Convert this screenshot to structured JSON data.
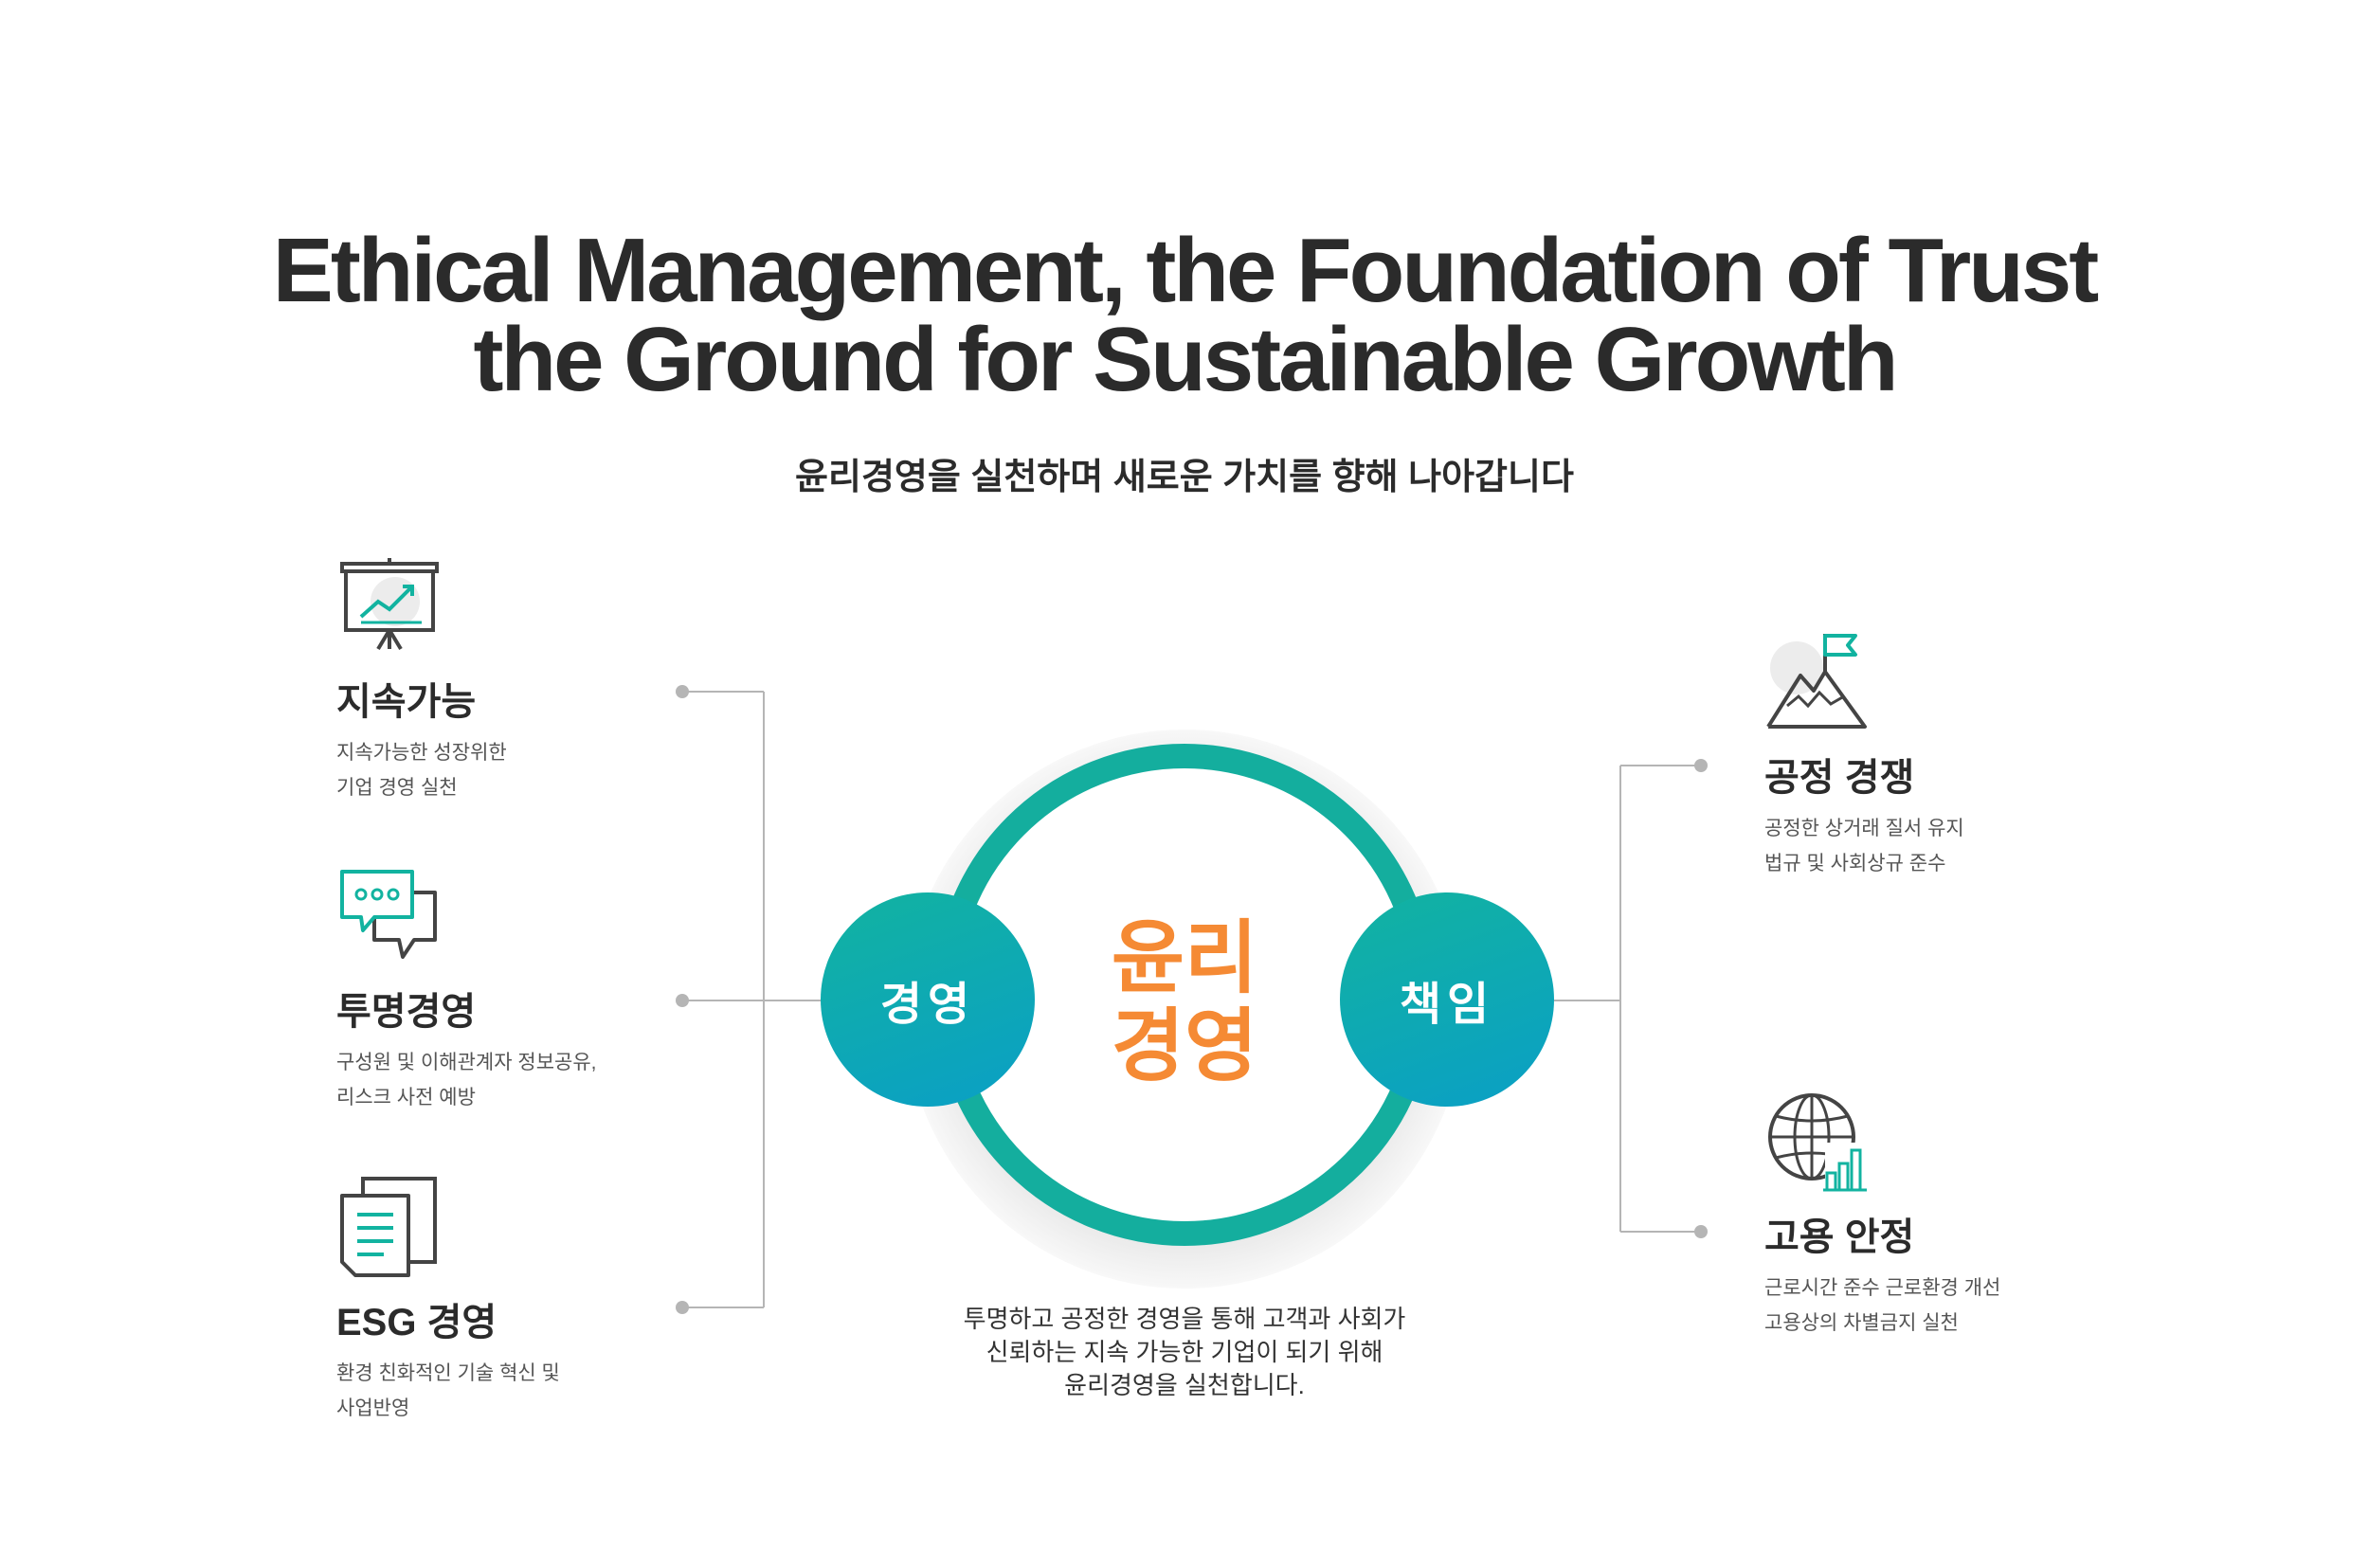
{
  "header": {
    "title_line1": "Ethical Management, the Foundation of Trust",
    "title_line2": "the Ground for Sustainable Growth",
    "subtitle": "윤리경영을 실천하며 새로운 가치를 향해 나아갑니다"
  },
  "left_items": [
    {
      "icon": "presentation-chart-icon",
      "title": "지속가능",
      "desc1": "지속가능한 성장위한",
      "desc2": "기업 경영 실천"
    },
    {
      "icon": "chat-bubbles-icon",
      "title": "투명경영",
      "desc1": "구성원 및 이해관계자 정보공유,",
      "desc2": "리스크 사전 예방"
    },
    {
      "icon": "documents-icon",
      "title": "ESG 경영",
      "desc1": "환경 친화적인 기술 혁신 및",
      "desc2": "사업반영"
    }
  ],
  "right_items": [
    {
      "icon": "mountain-flag-icon",
      "title": "공정 경쟁",
      "desc1": "공정한 상거래 질서 유지",
      "desc2": "법규 및 사회상규 준수"
    },
    {
      "icon": "globe-chart-icon",
      "title": "고용 안정",
      "desc1": "근로시간 준수 근로환경 개선",
      "desc2": "고용상의 차별금지 실천"
    }
  ],
  "center": {
    "line1": "윤리",
    "line2": "경영",
    "left_bubble": "경영",
    "right_bubble": "책임",
    "desc1": "투명하고 공정한 경영을 통해 고객과 사회가",
    "desc2": "신뢰하는 지속 가능한 기업이 되기 위해",
    "desc3": "윤리경영을 실천합니다."
  },
  "colors": {
    "teal": "#12b3a0",
    "blue": "#0a9fc6",
    "orange": "#f58a34",
    "dark": "#2b2b2b",
    "line": "#b5b5b5"
  }
}
